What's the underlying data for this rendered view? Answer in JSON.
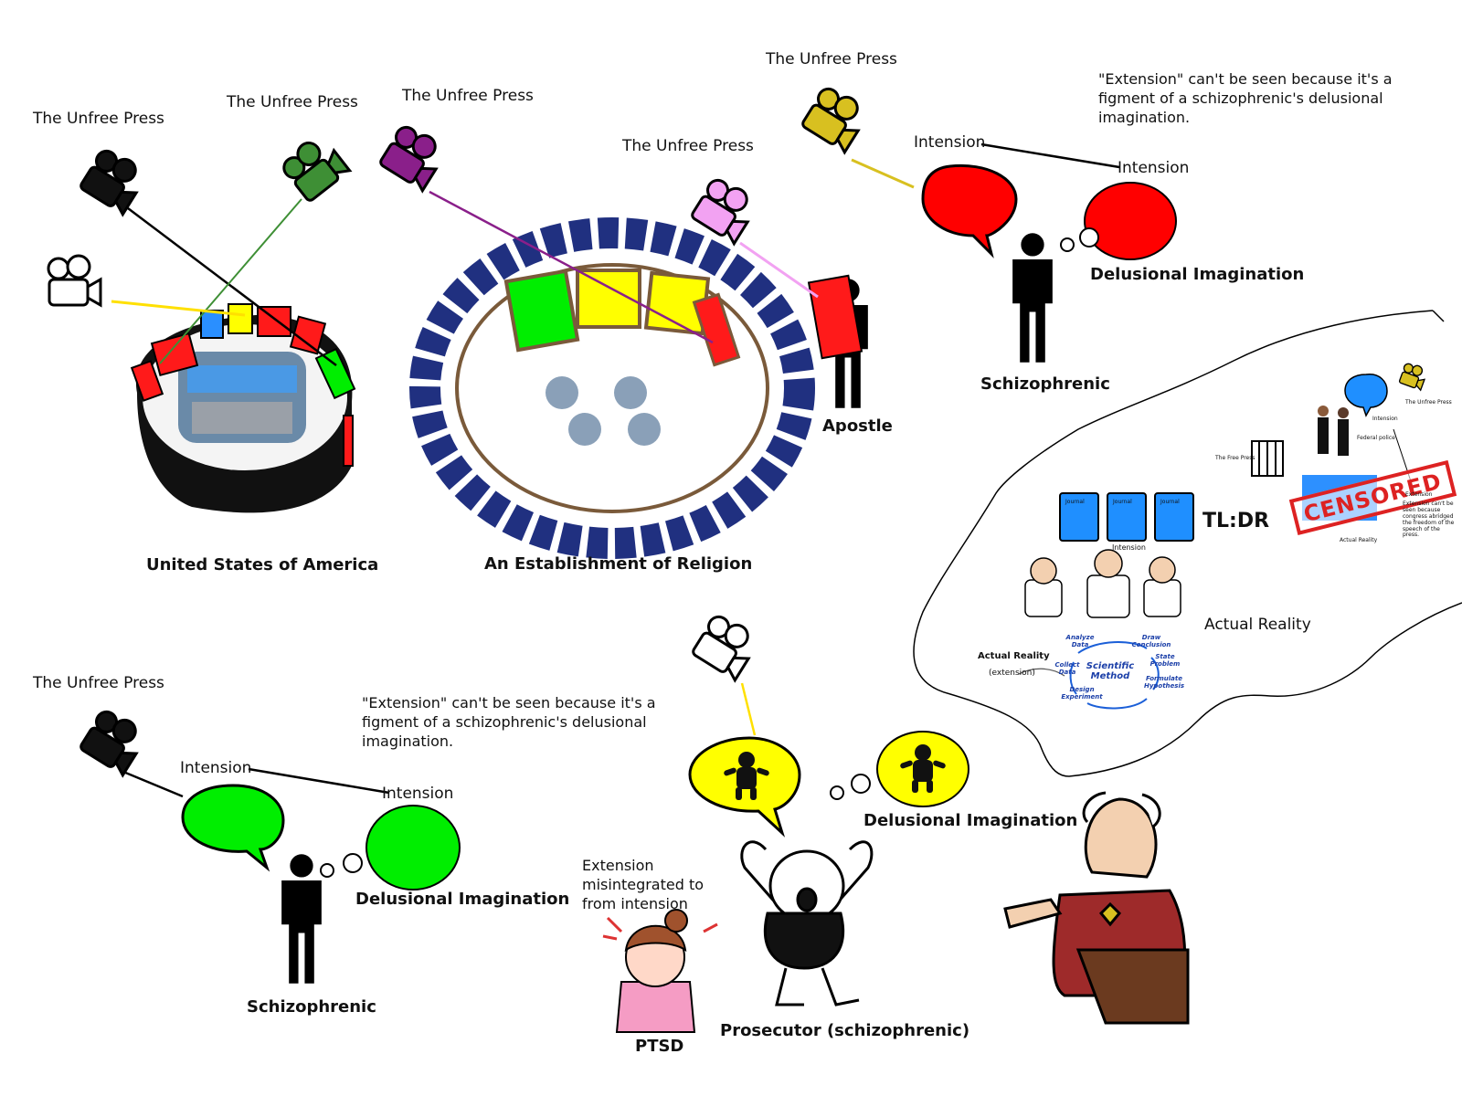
{
  "labels": {
    "press_1": "The Unfree Press",
    "press_2": "The Unfree Press",
    "press_3": "The Unfree Press",
    "press_4": "The Unfree Press",
    "press_5": "The Unfree Press",
    "press_6": "The Unfree Press",
    "usa": "United States of America",
    "religion": "An Establishment of Religion",
    "apostle": "Apostle",
    "schizo_top": "Schizophrenic",
    "schizo_bottom": "Schizophrenic",
    "intension_1": "Intension",
    "intension_2": "Intension",
    "intension_3": "Intension",
    "intension_4": "Intension",
    "delusional_1": "Delusional Imagination",
    "delusional_2": "Delusional Imagination",
    "delusional_3": "Delusional Imagination",
    "extension_note_top": "\"Extension\" can't be seen because it's a figment of a schizophrenic's delusional imagination.",
    "extension_note_bottom": "\"Extension\" can't be seen because it's a figment of a schizophrenic's delusional imagination.",
    "misintegrated": "Extension misintegrated to from intension",
    "ptsd": "PTSD",
    "prosecutor": "Prosecutor (schizophrenic)",
    "actual_reality": "Actual Reality"
  },
  "reality_inset": {
    "tldr": "TL:DR",
    "censored": "CENSORED",
    "journal": "Journal",
    "intension": "Intension",
    "actual_reality_small": "Actual Reality",
    "unfree_press_small": "The Unfree Press",
    "free_press_small": "The Free Press",
    "federal_police": "Federal police",
    "intension_small": "Intension",
    "extension_small": "Extension",
    "extension_note_small": "Extension can't be seen because congress abridged the freedom of the speech of the press.",
    "actual_reality_bold": "Actual Reality",
    "extension_paren": "(extension)",
    "method_title": "Scientific Method",
    "method_steps": [
      "Analyze Data",
      "Draw Conclusion",
      "State Problem",
      "Formulate Hypothesis",
      "Design Experiment",
      "Collect Data"
    ]
  },
  "colors": {
    "red": "#ff0000",
    "green": "#00ee00",
    "yellow": "#ffff00",
    "navy": "#1f2f7a",
    "camera_green": "#3e8f35",
    "camera_purple": "#8a1f8a",
    "camera_pink": "#f2a2f2",
    "camera_gold": "#d8c020",
    "blue_journal": "#1f8fff"
  }
}
